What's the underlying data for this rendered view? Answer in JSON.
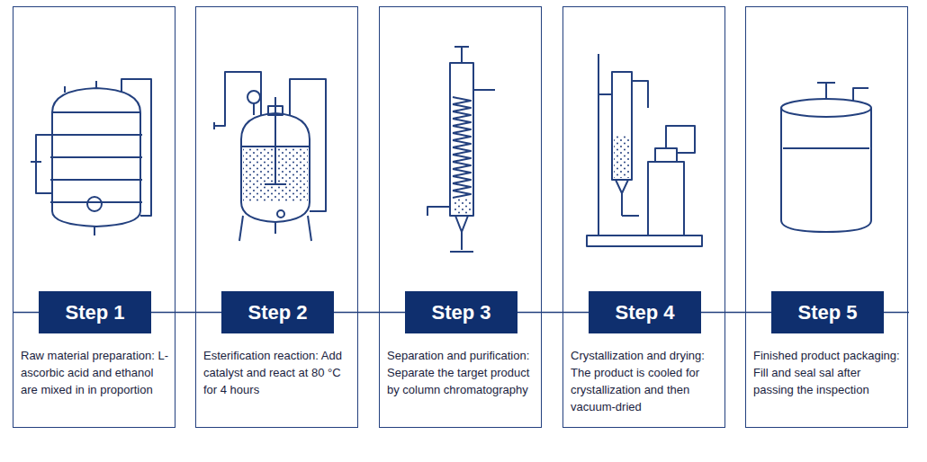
{
  "diagram": {
    "nodes": [
      {
        "text": [
          "Raw material preparation: L-ascorbic acid and ethanol are mixed in in proportion"
        ]
      },
      {
        "text": [
          "Step 1"
        ],
        "in": 0
      },
      {
        "text": [
          "Esterification reaction: Add catalyst and react at 80 °C for 4 hours"
        ]
      },
      {
        "text": [
          "Step 2"
        ],
        "in": 2
      },
      {
        "text": [
          "Separation and purification: Separate the target product by column chromatography"
        ]
      },
      {
        "text": [
          "Step 3"
        ],
        "in": 4
      },
      {
        "text": [
          "Crystallization and drying: The product is cooled for crystallization and then vacuum-dried"
        ]
      },
      {
        "text": [
          "Step 4"
        ],
        "in": 6
      },
      {
        "text": [
          "Finished product packaging: Fill and seal sal after passing the inspection"
        ]
      },
      {
        "text": [
          "Step 5"
        ],
        "in": 8
      }
    ],
    "edges": [
      {
        "from": 1,
        "to": 3,
        "arrow": "none"
      },
      {
        "from": 3,
        "to": 5,
        "arrow": "none"
      },
      {
        "from": 5,
        "to": 7,
        "arrow": "none"
      },
      {
        "from": 7,
        "to": 9,
        "arrow": "none"
      }
    ]
  }
}
